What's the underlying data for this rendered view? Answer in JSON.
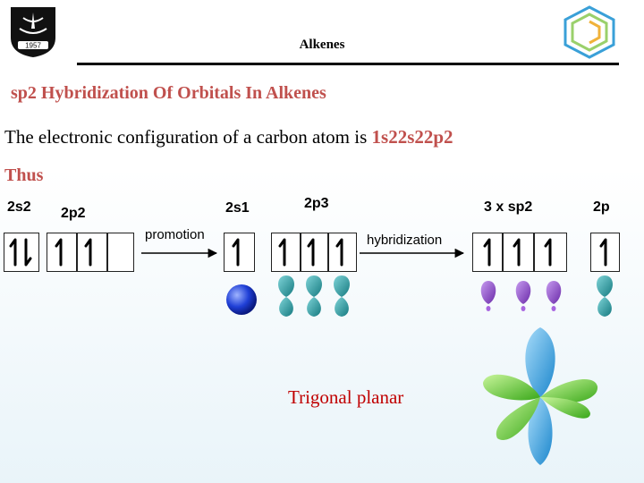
{
  "header": {
    "title": "Alkenes",
    "logo_left_year": "1957"
  },
  "slide": {
    "title": "sp2 Hybridization  Of Orbitals In Alkenes",
    "config_text": "The electronic configuration of a carbon atom is ",
    "config_value": "1s22s22p2",
    "thus": "Thus"
  },
  "orbitals": {
    "s2_label": "2s2",
    "p2_label": "2p2",
    "s1_label": "2s1",
    "p3_label": "2p3",
    "sp2_label": "3 x sp2",
    "p_label": "2p"
  },
  "steps": {
    "promotion": "promotion",
    "hybridization": "hybridization"
  },
  "caption": "Trigonal planar",
  "colors": {
    "accent_red": "#c0504d",
    "caption_red": "#c00000",
    "p_orbital_teal": "#2aa3a8",
    "sp2_purple": "#8a3fc9",
    "s_orbital_blue": "#1f3fd6",
    "lobe_blue": "#2a9fe0",
    "lobe_green": "#5bd12a"
  }
}
